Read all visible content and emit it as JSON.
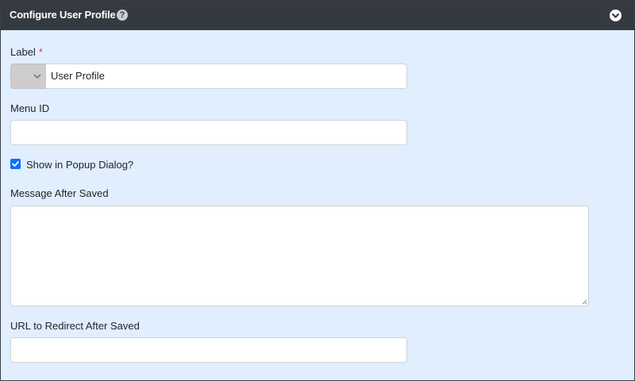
{
  "header": {
    "title": "Configure User Profile",
    "help_icon": "?",
    "collapse_icon": "chevron-down-circle-icon"
  },
  "form": {
    "label": {
      "label": "Label",
      "required_mark": "*",
      "value": "User Profile"
    },
    "menu_id": {
      "label": "Menu ID",
      "value": ""
    },
    "popup_dialog": {
      "label": "Show in Popup Dialog?",
      "checked": true
    },
    "message_after_saved": {
      "label": "Message After Saved",
      "value": ""
    },
    "redirect_url": {
      "label": "URL to Redirect After Saved",
      "value": ""
    }
  },
  "colors": {
    "header_bg": "#343a40",
    "panel_bg": "#e0eefd",
    "accent": "#0d6efd",
    "required": "#dc3545"
  }
}
